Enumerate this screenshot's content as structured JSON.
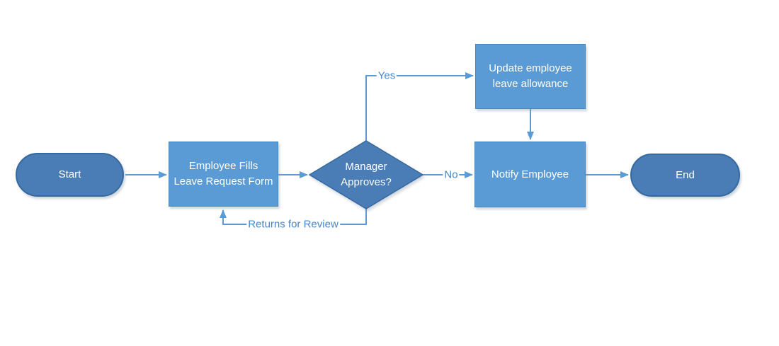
{
  "diagram": {
    "type": "flowchart",
    "nodes": [
      {
        "id": "start",
        "shape": "terminator",
        "label": "Start"
      },
      {
        "id": "form",
        "shape": "process",
        "label": "Employee Fills Leave Request Form"
      },
      {
        "id": "decision",
        "shape": "decision",
        "label": "Manager Approves?"
      },
      {
        "id": "update",
        "shape": "process",
        "label": "Update employee leave allowance"
      },
      {
        "id": "notify",
        "shape": "process",
        "label": "Notify Employee"
      },
      {
        "id": "end",
        "shape": "terminator",
        "label": "End"
      }
    ],
    "edges": [
      {
        "from": "start",
        "to": "form",
        "label": ""
      },
      {
        "from": "form",
        "to": "decision",
        "label": ""
      },
      {
        "from": "decision",
        "to": "update",
        "label": "Yes"
      },
      {
        "from": "decision",
        "to": "notify",
        "label": "No"
      },
      {
        "from": "update",
        "to": "notify",
        "label": ""
      },
      {
        "from": "notify",
        "to": "end",
        "label": ""
      },
      {
        "from": "decision",
        "to": "form",
        "label": "Returns for Review"
      }
    ]
  },
  "colors": {
    "connector": "#5b9bd5",
    "process-fill": "#5b9bd5",
    "process-border": "#4a86c0",
    "terminator-fill": "#4a7db6",
    "terminator-border": "#35699f",
    "decision-fill": "#4a7db6",
    "decision-border": "#35699f",
    "node-text": "#ffffff",
    "label-color": "#4a86c6"
  }
}
